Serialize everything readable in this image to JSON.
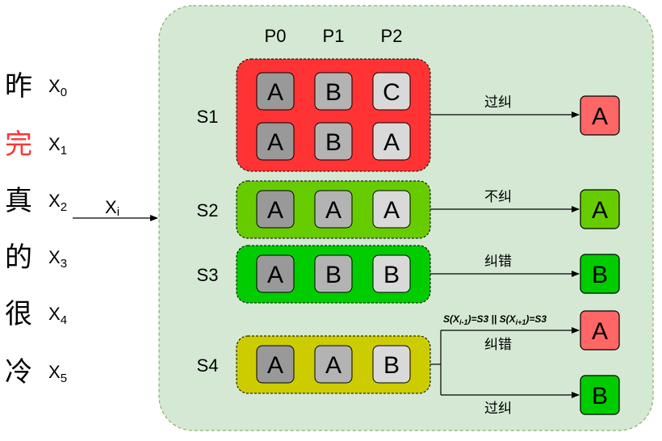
{
  "left_text": {
    "chars": [
      {
        "ch": "昨",
        "color": "#000000"
      },
      {
        "ch": "完",
        "color": "#ff3333"
      },
      {
        "ch": "真",
        "color": "#000000"
      },
      {
        "ch": "的",
        "color": "#000000"
      },
      {
        "ch": "很",
        "color": "#000000"
      },
      {
        "ch": "冷",
        "color": "#000000"
      }
    ],
    "vars": [
      {
        "base": "X",
        "sub": "0"
      },
      {
        "base": "X",
        "sub": "1"
      },
      {
        "base": "X",
        "sub": "2"
      },
      {
        "base": "X",
        "sub": "3"
      },
      {
        "base": "X",
        "sub": "4"
      },
      {
        "base": "X",
        "sub": "5"
      }
    ]
  },
  "input_arrow": {
    "base": "X",
    "sub": "i"
  },
  "columns": [
    "P0",
    "P1",
    "P2"
  ],
  "colors": {
    "panel": "#d5e8d4",
    "s1": "#ff3333",
    "s2": "#66cc00",
    "s3": "#00cc00",
    "s4": "#cccc00",
    "cell_dark": "#999999",
    "cell_mid": "#b3b3b3",
    "cell_light": "#d9d9d9",
    "out_a_red": "#ff6666",
    "out_a_green": "#66cc00",
    "out_b_green": "#00cc00"
  },
  "states": [
    {
      "label": "S1",
      "rows": [
        [
          "A",
          "B",
          "C"
        ],
        [
          "A",
          "B",
          "A"
        ]
      ],
      "edge_label": "过纠",
      "output": "A"
    },
    {
      "label": "S2",
      "rows": [
        [
          "A",
          "A",
          "A"
        ]
      ],
      "edge_label": "不纠",
      "output": "A"
    },
    {
      "label": "S3",
      "rows": [
        [
          "A",
          "B",
          "B"
        ]
      ],
      "edge_label": "纠错",
      "output": "B"
    },
    {
      "label": "S4",
      "rows": [
        [
          "A",
          "A",
          "B"
        ]
      ],
      "condition": {
        "pre": "S(X",
        "sub1": "i-1",
        "mid": ")=S3 || S(X",
        "sub2": "i+1",
        "post": ")=S3"
      },
      "branches": [
        {
          "edge_label": "纠错",
          "output": "A"
        },
        {
          "edge_label": "过纠",
          "output": "B"
        }
      ]
    }
  ]
}
